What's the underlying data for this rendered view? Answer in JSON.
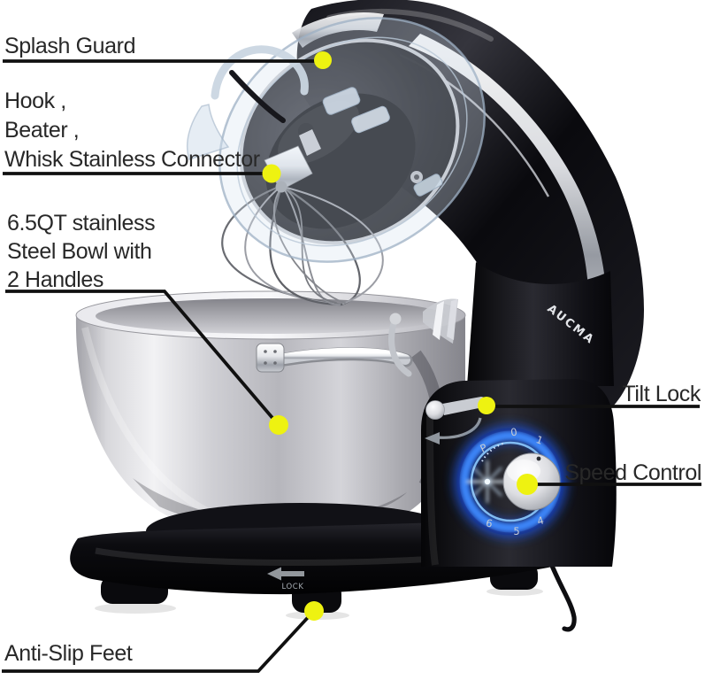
{
  "colors": {
    "marker": "#eef211",
    "callout_line": "#101010",
    "label_text": "#282828",
    "led_blue": "#2f7bff",
    "body_black": "#0b0b10",
    "chrome": "#d9dbe0"
  },
  "callouts": [
    {
      "id": "splash-guard",
      "label": "Splash Guard"
    },
    {
      "id": "attachments",
      "lines": [
        "Hook ,",
        "Beater ,",
        "Whisk Stainless Connector"
      ]
    },
    {
      "id": "bowl",
      "lines": [
        "6.5QT stainless",
        "Steel Bowl with",
        "2 Handles"
      ]
    },
    {
      "id": "tilt-lock",
      "label": "Tilt Lock"
    },
    {
      "id": "speed-control",
      "label": "Speed Control"
    },
    {
      "id": "anti-slip-feet",
      "label": "Anti-Slip Feet"
    }
  ],
  "product": {
    "brand_logo": "AUCMA",
    "base_lock_label": "LOCK",
    "dial": [
      "P",
      "0",
      "1",
      "4",
      "5",
      "6"
    ]
  }
}
